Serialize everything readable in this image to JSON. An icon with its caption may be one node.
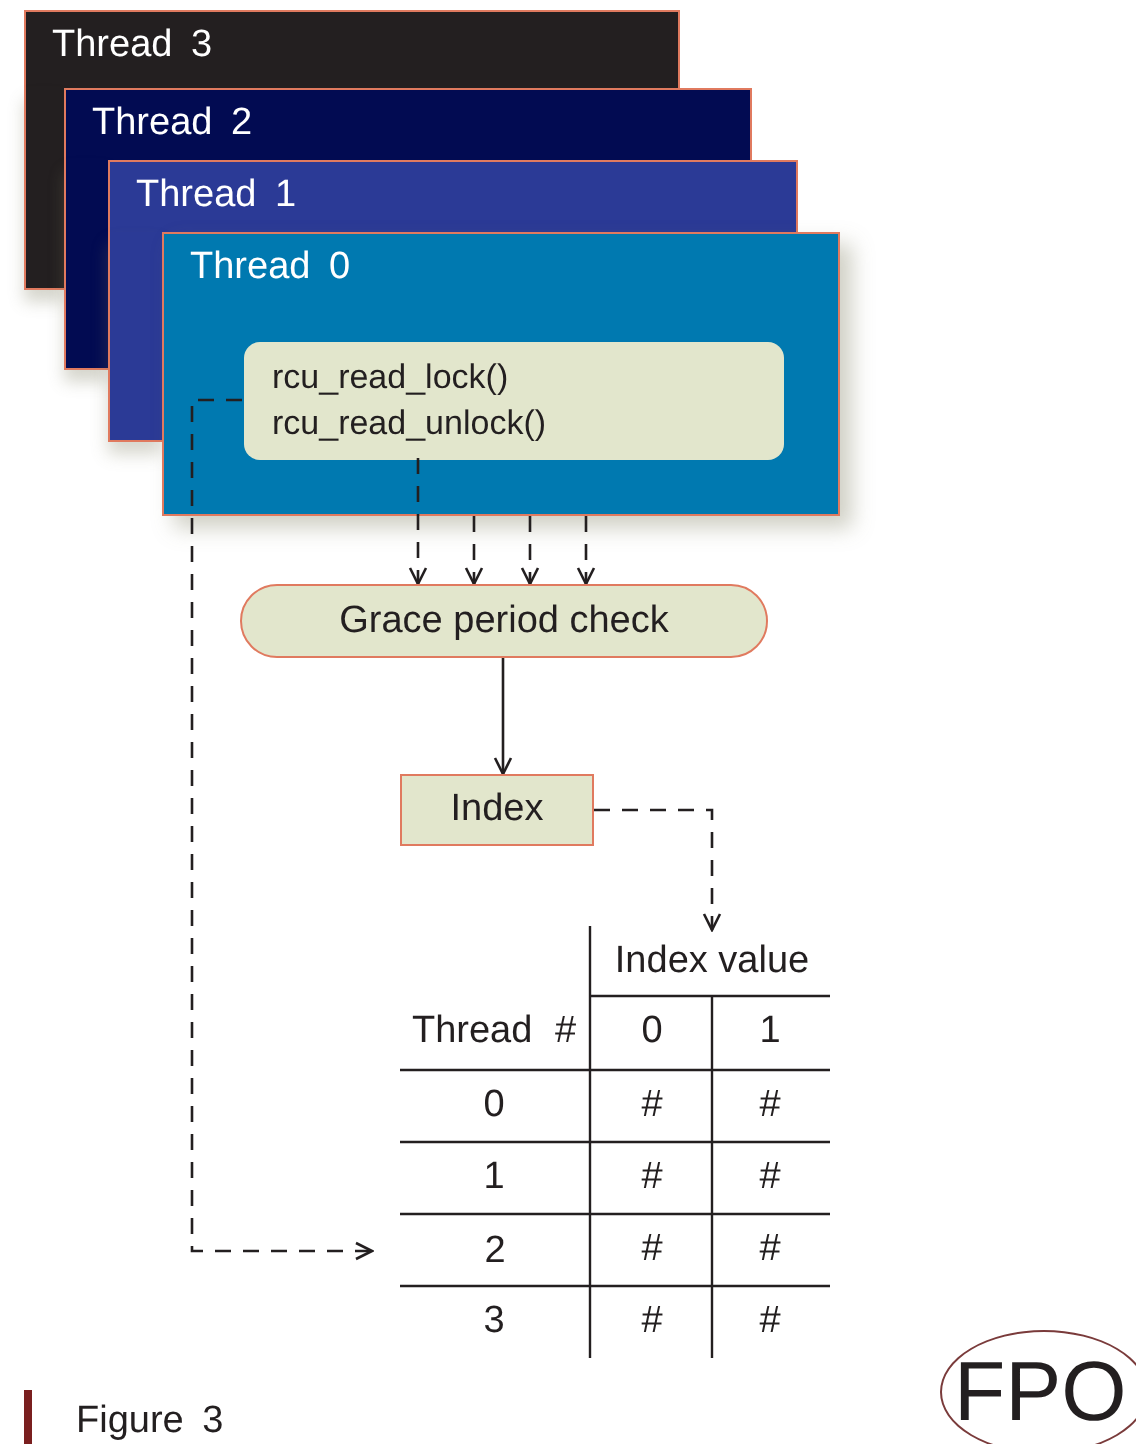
{
  "diagram": {
    "caption": "Figure 3",
    "nodes": [
      {
        "text": [
          "Thread 3"
        ]
      },
      {
        "text": [
          "Thread 2"
        ]
      },
      {
        "text": [
          "Thread 1"
        ]
      },
      {
        "text": [
          "Thread 0"
        ]
      },
      {
        "text": [
          "rcu_read_lock() rcu_read_unlock()"
        ],
        "in": 3
      },
      {
        "text": [
          "Grace period check"
        ]
      },
      {
        "text": [
          "Index"
        ]
      },
      {
        "text": [
          "Index value"
        ]
      },
      {
        "text": [
          "2"
        ]
      },
      {
        "text": [
          "FPO"
        ]
      }
    ],
    "edges": [
      {
        "from": 4,
        "to": 5,
        "arrow": "to",
        "style": "dashed"
      },
      {
        "from": 3,
        "to": 5,
        "arrow": "to",
        "style": "dashed"
      },
      {
        "from": 3,
        "to": 5,
        "arrow": "to",
        "style": "dashed"
      },
      {
        "from": 3,
        "to": 5,
        "arrow": "to",
        "style": "dashed"
      },
      {
        "from": 5,
        "to": 6,
        "arrow": "to"
      },
      {
        "from": 6,
        "to": 7,
        "arrow": "to",
        "style": "dashed"
      },
      {
        "from": 4,
        "to": 8,
        "arrow": "to",
        "style": "dashed"
      }
    ],
    "labels": [
      "Thread #",
      "0",
      "1",
      "0",
      "#",
      "#",
      "1",
      "#",
      "#",
      "#",
      "#",
      "3",
      "#",
      "#"
    ]
  }
}
